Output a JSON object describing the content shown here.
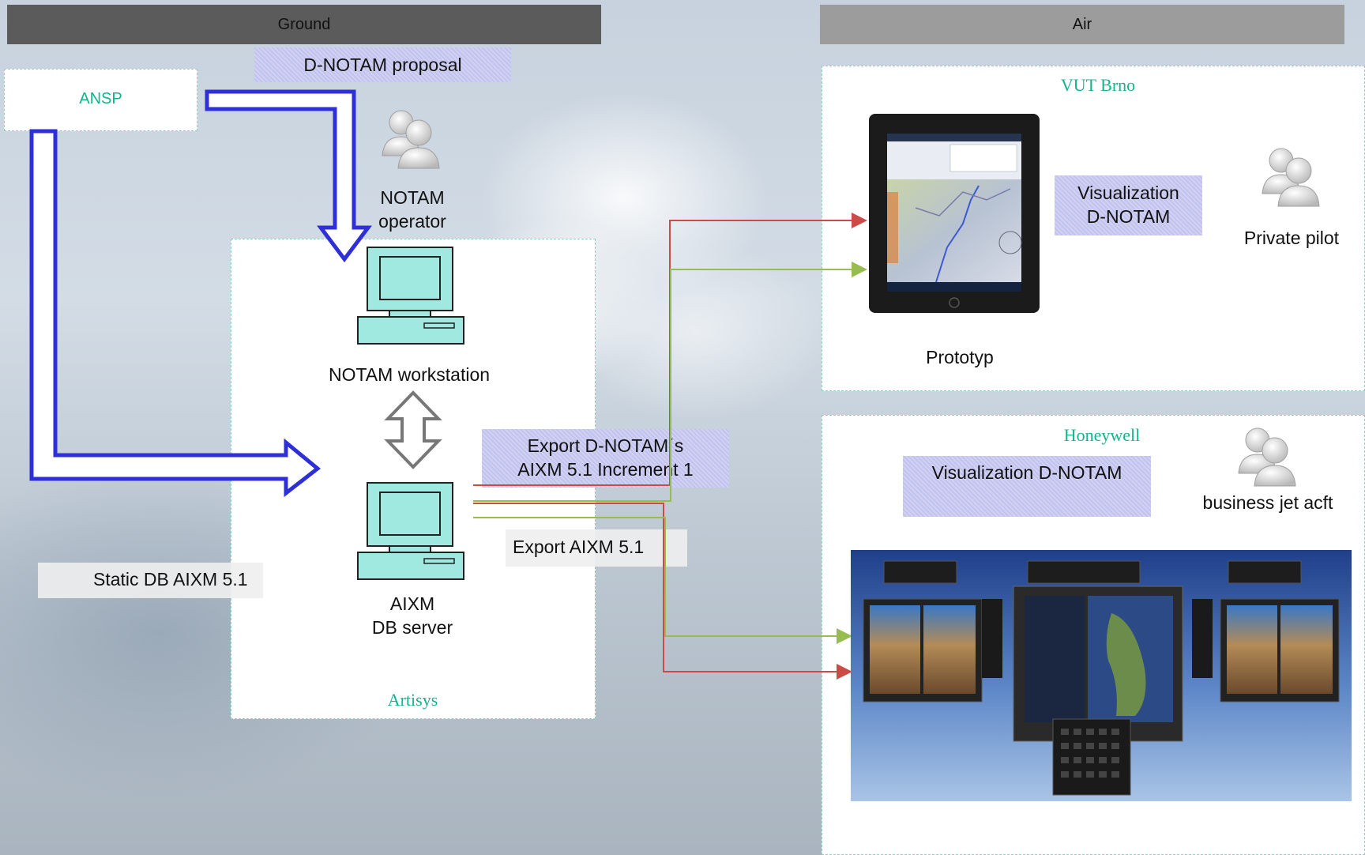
{
  "headers": {
    "ground": "Ground",
    "air": "Air"
  },
  "labels": {
    "dnotam_proposal": "D-NOTAM proposal",
    "ansp": "ANSP",
    "notam_operator_1": "NOTAM",
    "notam_operator_2": "operator",
    "notam_workstation": "NOTAM workstation",
    "aixm_server_1": "AIXM",
    "aixm_server_2": "DB server",
    "artisys": "Artisys",
    "static_db": "Static DB AIXM 5.1",
    "export_dnotams_1": "Export D-NOTAM´s",
    "export_dnotams_2": "AIXM 5.1 Increment 1",
    "export_aixm": "Export  AIXM 5.1",
    "vut_brno": "VUT Brno",
    "visualization_1": "Visualization",
    "visualization_2": "D-NOTAM",
    "private_pilot": "Private pilot",
    "prototyp": "Prototyp",
    "honeywell": "Honeywell",
    "visualization_dnotam": "Visualization D-NOTAM",
    "business_jet": "business jet acft"
  },
  "colors": {
    "header_ground": "#5b5b5b",
    "header_air": "#9c9c9c",
    "blue_arrow": "#2f2fd8",
    "red_line": "#cc4b47",
    "green_line": "#97bc4f",
    "computer": "#9fe9e0",
    "hatch_fill": "#c2c2ee",
    "teal_text": "#12b48f"
  },
  "icons": [
    "user-group-icon",
    "computer-icon",
    "double-arrow-icon",
    "tablet-icon",
    "cockpit-icon"
  ]
}
